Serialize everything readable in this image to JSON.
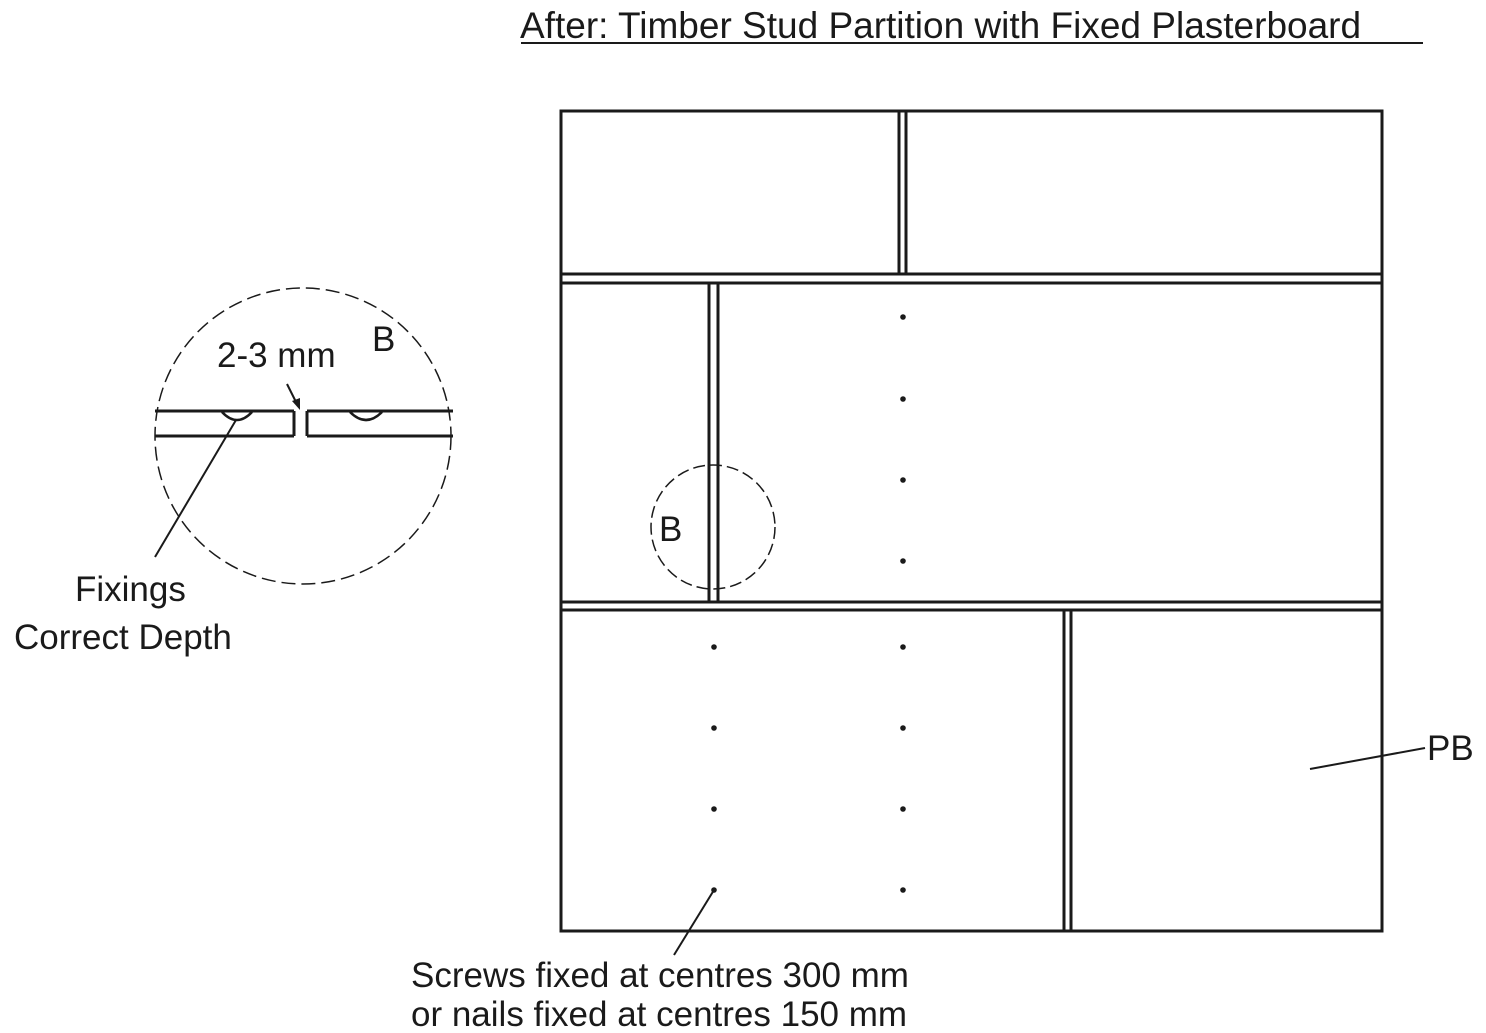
{
  "diagram": {
    "title": "After: Timber Stud Partition with Fixed Plasterboard",
    "detail": {
      "marker_label": "B",
      "gap_label": "2-3 mm",
      "fixings_label_line1": "Fixings",
      "fixings_label_line2": "Correct Depth"
    },
    "board": {
      "callout_marker_label": "B",
      "pb_label": "PB",
      "screws_label_line1": "Screws fixed at centres 300 mm",
      "screws_label_line2": "or nails fixed at centres 150 mm"
    },
    "colors": {
      "line": "#1a1a1a",
      "background": "#ffffff"
    }
  }
}
